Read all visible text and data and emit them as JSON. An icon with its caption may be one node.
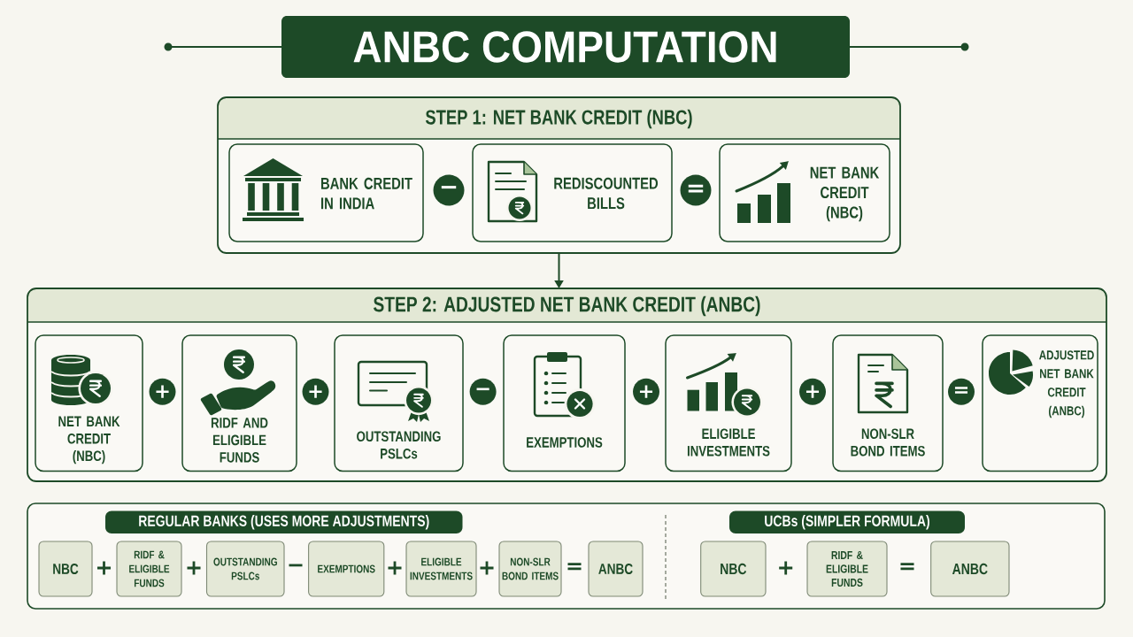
{
  "diagram": {
    "title": "ANBC COMPUTATION",
    "nodes": [
      {
        "text": [
          "STEP 1: NET BANK CREDIT (NBC)"
        ]
      },
      {
        "text": [
          "BANK CREDIT IN INDIA"
        ],
        "in": 0
      },
      {
        "text": [
          "REDISCOUNTED BILLS"
        ],
        "in": 0
      },
      {
        "text": [
          "NET BANK CREDIT (NBC)"
        ],
        "in": 0
      },
      {
        "text": [
          "STEP 2: ADJUSTED NET BANK CREDIT (ANBC)"
        ]
      },
      {
        "text": [
          "NET BANK CREDIT (NBC)"
        ],
        "in": 4
      },
      {
        "text": [
          "RIDF AND ELIGIBLE FUNDS"
        ],
        "in": 4
      },
      {
        "text": [
          "OUTSTANDING PSLCs"
        ],
        "in": 4
      },
      {
        "text": [
          "EXEMPTIONS"
        ],
        "in": 4
      },
      {
        "text": [
          "ELIGIBLE INVESTMENTS"
        ],
        "in": 4
      },
      {
        "text": [
          "NON-SLR BOND ITEMS"
        ],
        "in": 4
      },
      {
        "text": [
          "ADJUSTED NET BANK CREDIT (ANBC)"
        ],
        "in": 4
      },
      {
        "text": [],
        "shape": "box"
      },
      {
        "text": [
          "REGULAR BANKS (USES MORE ADJUSTMENTS)"
        ],
        "in": 12
      },
      {
        "text": [
          "NBC"
        ],
        "in": 12
      },
      {
        "text": [
          "RIDF & ELIGIBLE FUNDS"
        ],
        "in": 12
      },
      {
        "text": [
          "OUTSTANDING PSLCs"
        ],
        "in": 12
      },
      {
        "text": [
          "EXEMPTIONS"
        ],
        "in": 12
      },
      {
        "text": [
          "ELIGIBLE INVESTMENTS"
        ],
        "in": 12
      },
      {
        "text": [
          "NON-SLR BOND ITEMS"
        ],
        "in": 12
      },
      {
        "text": [
          "ANBC"
        ],
        "in": 12
      },
      {
        "text": [
          "UCBs (SIMPLER FORMULA)"
        ],
        "in": 12
      },
      {
        "text": [
          "NBC"
        ],
        "in": 12
      },
      {
        "text": [
          "RIDF & ELIGIBLE FUNDS"
        ],
        "in": 12
      },
      {
        "text": [
          "ANBC"
        ],
        "in": 12
      }
    ],
    "edges": [
      {
        "from": 0,
        "to": 4,
        "arrow": "to"
      }
    ],
    "labels": [
      "−",
      "=",
      "+",
      "+",
      "−",
      "+",
      "+",
      "=",
      "+",
      "+",
      "−",
      "+",
      "+",
      "=",
      "+",
      "="
    ]
  }
}
